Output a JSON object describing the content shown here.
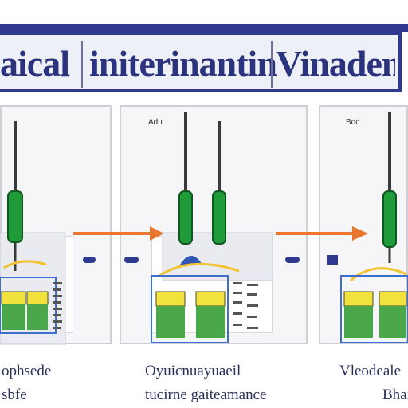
{
  "title": {
    "left": "aical",
    "center": "initerinanting",
    "right": "Vinadenivi"
  },
  "panels": [
    {
      "label": "",
      "captions": [
        "ophsede",
        "sbfe"
      ]
    },
    {
      "label": "Adu",
      "captions": [
        "Oyuicnuayuaeil",
        "tucirne gaiteamance"
      ]
    },
    {
      "label": "Boc",
      "captions": [
        "Vleodeale",
        "Bhaii"
      ]
    }
  ],
  "colors": {
    "title_band": "#2f3a8f",
    "arrow": "#e8762d",
    "electrode": "#1f9b3a",
    "solution_yellow": "#f2e23c",
    "solution_green": "#4aa84a",
    "wire": "#f2c230",
    "beaker_blue": "#3d6fd1"
  }
}
